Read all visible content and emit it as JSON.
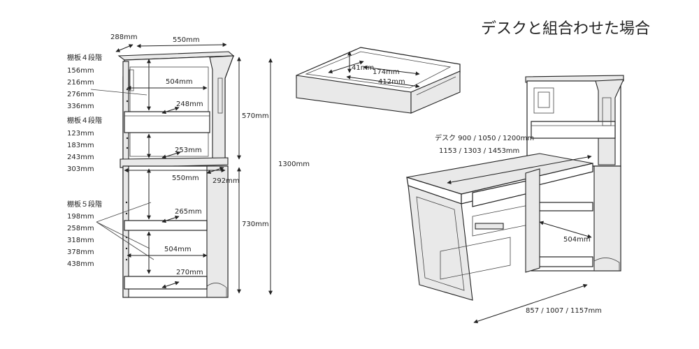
{
  "title": "デスクと組合わせた場合",
  "left_unit": {
    "top_depth": "288mm",
    "top_width": "550mm",
    "upper_inner_width": "504mm",
    "upper_shelf_depth_a": "248mm",
    "upper_shelf_depth_b": "253mm",
    "upper_height": "570mm",
    "total_height": "1300mm",
    "mid_width": "550mm",
    "mid_depth": "292mm",
    "lower_height": "730mm",
    "lower_shelf_depth_a": "265mm",
    "lower_inner_width": "504mm",
    "lower_shelf_depth_b": "270mm"
  },
  "shelf_groups": [
    {
      "heading": "棚板４段階",
      "values": [
        "156mm",
        "216mm",
        "276mm",
        "336mm"
      ]
    },
    {
      "heading": "棚板４段階",
      "values": [
        "123mm",
        "183mm",
        "243mm",
        "303mm"
      ]
    },
    {
      "heading": "棚板５段階",
      "values": [
        "198mm",
        "258mm",
        "318mm",
        "378mm",
        "438mm"
      ]
    }
  ],
  "drawer": {
    "height": "41mm",
    "depth": "174mm",
    "width": "412mm"
  },
  "desk": {
    "width_label": "デスク 900 / 1050 / 1200mm",
    "total_label": "1153 / 1303 / 1453mm",
    "inner_width": "504mm",
    "depth_label": "857 / 1007 / 1157mm"
  }
}
